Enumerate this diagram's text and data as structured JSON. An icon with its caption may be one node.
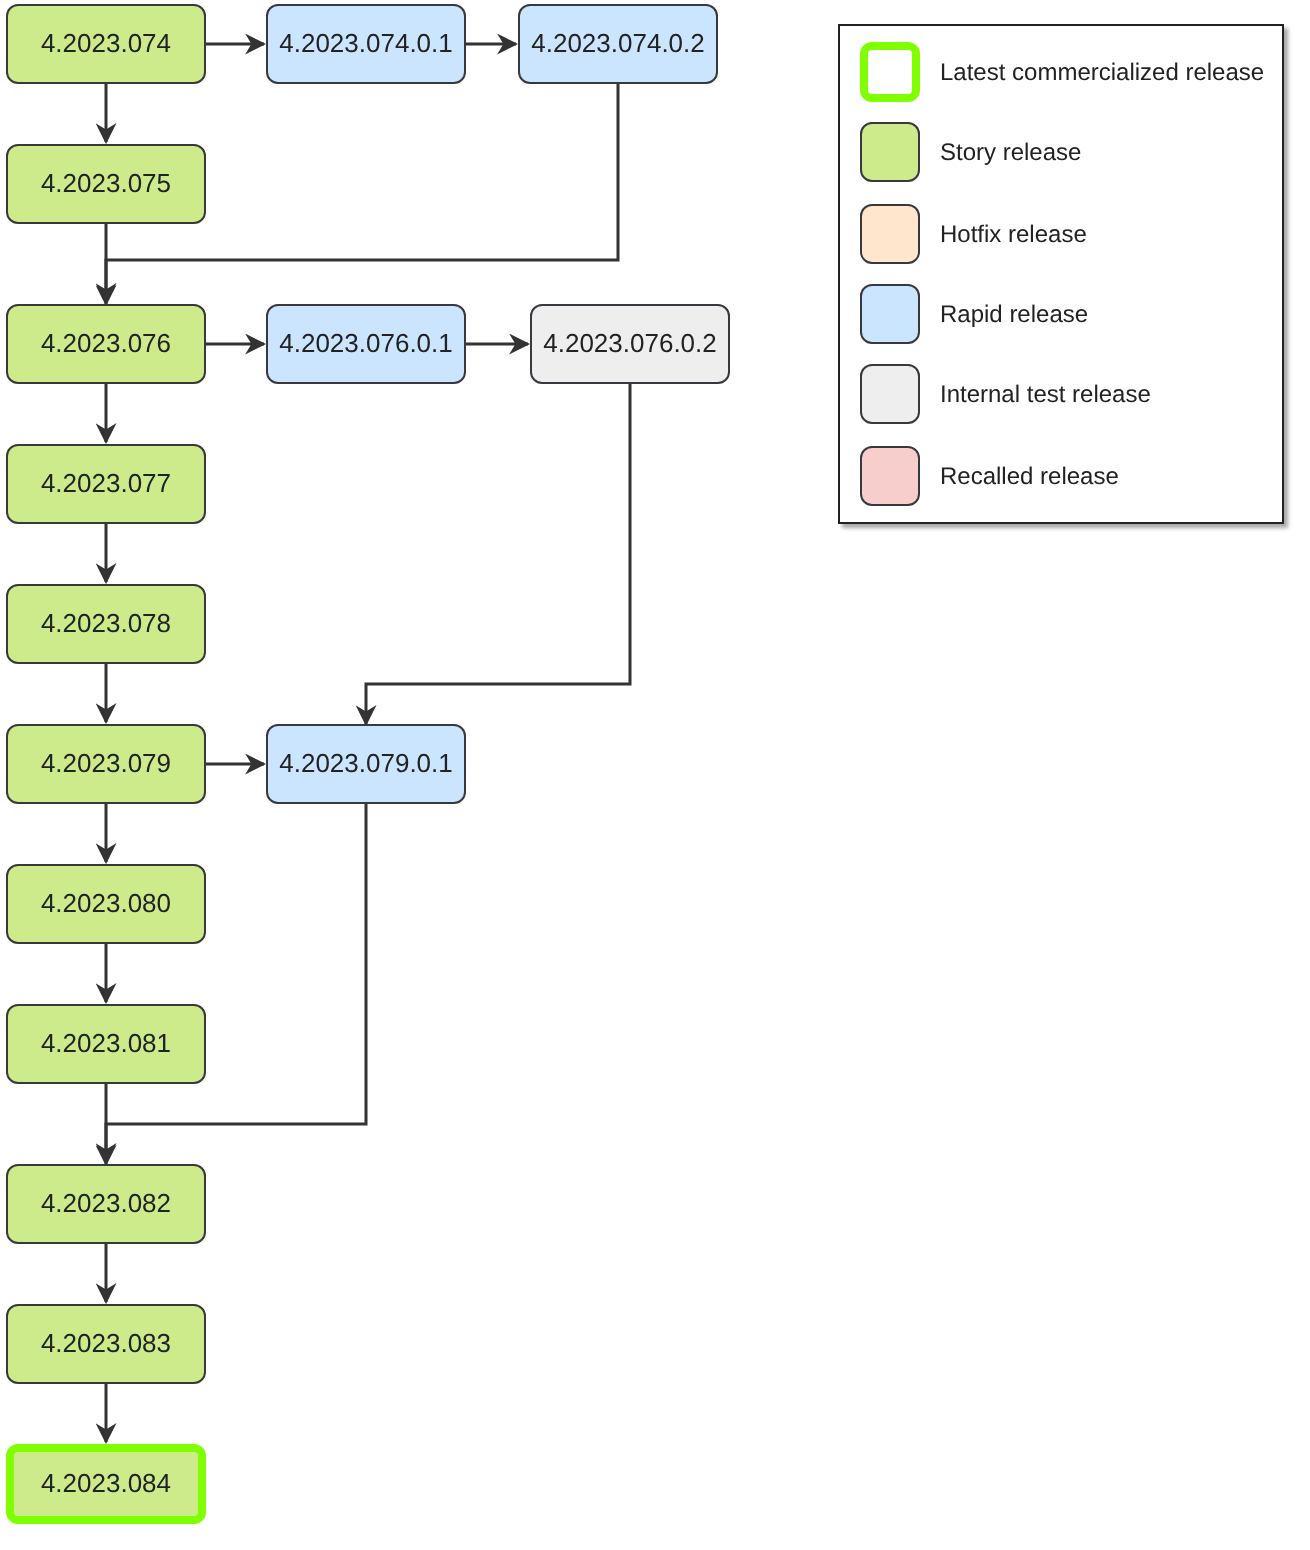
{
  "diagram": {
    "nodes": [
      {
        "text": [
          "4.2023.074"
        ]
      },
      {
        "text": [
          "4.2023.074.0.1"
        ]
      },
      {
        "text": [
          "4.2023.074.0.2"
        ]
      },
      {
        "text": [
          "4.2023.075"
        ]
      },
      {
        "text": [
          "4.2023.076"
        ]
      },
      {
        "text": [
          "4.2023.076.0.1"
        ]
      },
      {
        "text": [
          "4.2023.076.0.2"
        ]
      },
      {
        "text": [
          "4.2023.077"
        ]
      },
      {
        "text": [
          "4.2023.078"
        ]
      },
      {
        "text": [
          "4.2023.079"
        ]
      },
      {
        "text": [
          "4.2023.079.0.1"
        ]
      },
      {
        "text": [
          "4.2023.080"
        ]
      },
      {
        "text": [
          "4.2023.081"
        ]
      },
      {
        "text": [
          "4.2023.082"
        ]
      },
      {
        "text": [
          "4.2023.083"
        ]
      },
      {
        "text": [
          "4.2023.084"
        ]
      }
    ],
    "edges": [
      {
        "from": 0,
        "to": 1,
        "arrow": "to"
      },
      {
        "from": 1,
        "to": 2,
        "arrow": "to"
      },
      {
        "from": 0,
        "to": 3,
        "arrow": "to"
      },
      {
        "from": 3,
        "to": 4,
        "arrow": "to"
      },
      {
        "from": 2,
        "to": 4,
        "arrow": "to"
      },
      {
        "from": 4,
        "to": 5,
        "arrow": "to"
      },
      {
        "from": 5,
        "to": 6,
        "arrow": "to"
      },
      {
        "from": 4,
        "to": 7,
        "arrow": "to"
      },
      {
        "from": 7,
        "to": 8,
        "arrow": "to"
      },
      {
        "from": 8,
        "to": 9,
        "arrow": "to"
      },
      {
        "from": 9,
        "to": 10,
        "arrow": "to"
      },
      {
        "from": 9,
        "to": 11,
        "arrow": "to"
      },
      {
        "from": 11,
        "to": 12,
        "arrow": "to"
      },
      {
        "from": 6,
        "to": 10,
        "arrow": "to"
      },
      {
        "from": 12,
        "to": 13,
        "arrow": "to"
      },
      {
        "from": 10,
        "to": 13,
        "arrow": "to"
      },
      {
        "from": 13,
        "to": 14,
        "arrow": "to"
      },
      {
        "from": 14,
        "to": 15,
        "arrow": "to"
      }
    ],
    "legend": [
      {
        "text": "Latest commercialized release"
      },
      {
        "text": "Story release",
        "color": "#cdeb8b"
      },
      {
        "text": "Hotfix release",
        "color": "#ffe6cc"
      },
      {
        "text": "Rapid release",
        "color": "#cce5ff"
      },
      {
        "text": "Internal test release",
        "color": "#eeeeee"
      },
      {
        "text": "Recalled release",
        "color": "#f8cecc"
      }
    ]
  }
}
